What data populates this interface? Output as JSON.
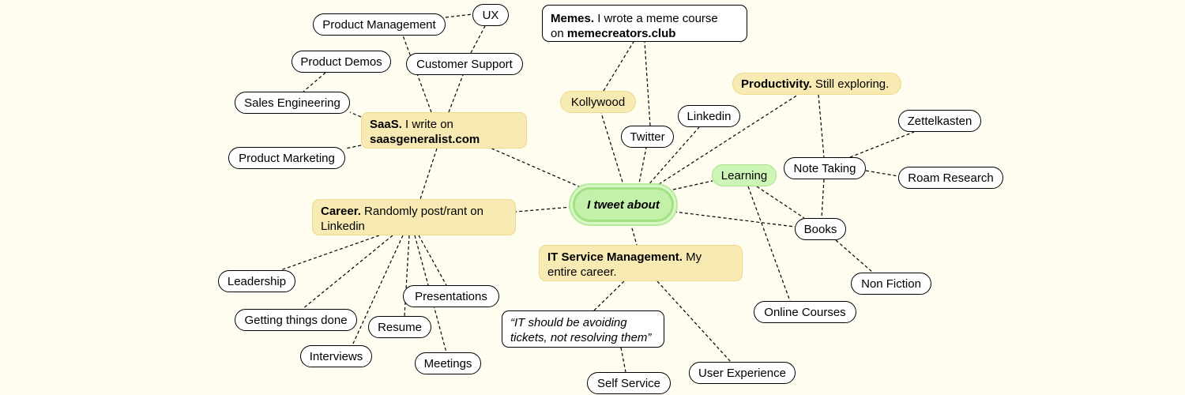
{
  "center": {
    "label": "I tweet about"
  },
  "topics": {
    "saas": {
      "title": "SaaS.",
      "text": "I write on",
      "domain": "saasgeneralist.com"
    },
    "career": {
      "title": "Career.",
      "text1": "Randomly post/rant on",
      "text2": "Linkedin"
    },
    "itsm": {
      "title": "IT Service Management.",
      "text1": "My",
      "text2": "entire career."
    },
    "productivity": {
      "title": "Productivity.",
      "text": "Still exploring."
    },
    "memes": {
      "title": "Memes.",
      "text1": "I wrote a meme course",
      "prefix": "on",
      "domain": "memecreators.club"
    },
    "kollywood": {
      "label": "Kollywood"
    },
    "learning": {
      "label": "Learning"
    }
  },
  "leaves": {
    "product_management": "Product Management",
    "ux": "UX",
    "customer_support": "Customer Support",
    "product_demos": "Product Demos",
    "sales_engineering": "Sales Engineering",
    "product_marketing": "Product Marketing",
    "twitter": "Twitter",
    "linkedin": "Linkedin",
    "note_taking": "Note Taking",
    "zettelkasten": "Zettelkasten",
    "roam_research": "Roam Research",
    "books": "Books",
    "non_fiction": "Non Fiction",
    "online_courses": "Online Courses",
    "leadership": "Leadership",
    "getting_things_done": "Getting things done",
    "presentations": "Presentations",
    "resume": "Resume",
    "interviews": "Interviews",
    "meetings": "Meetings",
    "self_service": "Self Service",
    "user_experience": "User Experience",
    "quote_line1": "“IT should be avoiding",
    "quote_line2": "tickets, not resolving them”"
  },
  "colors": {
    "background": "#fffcf0",
    "topic_fill": "#f8eab3",
    "center_fill": "#c4f1aa",
    "learning_fill": "#cdf5b6",
    "leaf_fill": "#ffffff",
    "connector": "#000000"
  }
}
